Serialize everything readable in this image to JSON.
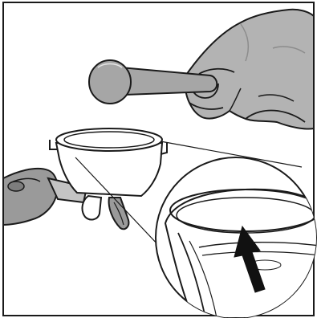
{
  "illustration": {
    "subject": "espresso-portafilter-measuring-scoop",
    "colors": {
      "line": "#1a1a1a",
      "glove_fill": "#b3b3b3",
      "glove_shade": "#8c8c8c",
      "scoop_fill": "#a6a6a6",
      "filter_fill": "#ffffff",
      "handle_fill": "#9a9a9a",
      "arrow_fill": "#111111",
      "background": "#ffffff"
    },
    "icons": [
      "gloved-hand",
      "measuring-scoop",
      "portafilter",
      "filter-basket-zoom",
      "up-arrow"
    ]
  }
}
